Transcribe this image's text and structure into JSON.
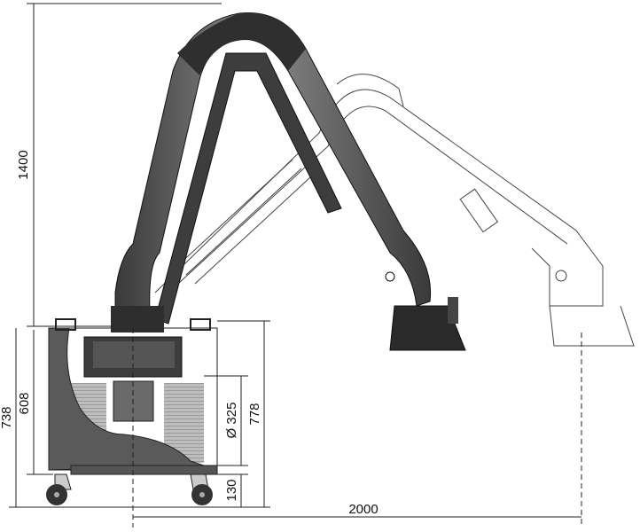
{
  "dimensions": {
    "height_arm": "1400",
    "height_total": "738",
    "height_cabinet": "608",
    "height_with_top": "778",
    "filter_diameter": "Ø 325",
    "wheel_height": "130",
    "reach": "2000"
  },
  "colors": {
    "metal": "#5a5a5a",
    "dark": "#2e2e2e",
    "light": "#9a9a9a",
    "line": "#111111"
  }
}
